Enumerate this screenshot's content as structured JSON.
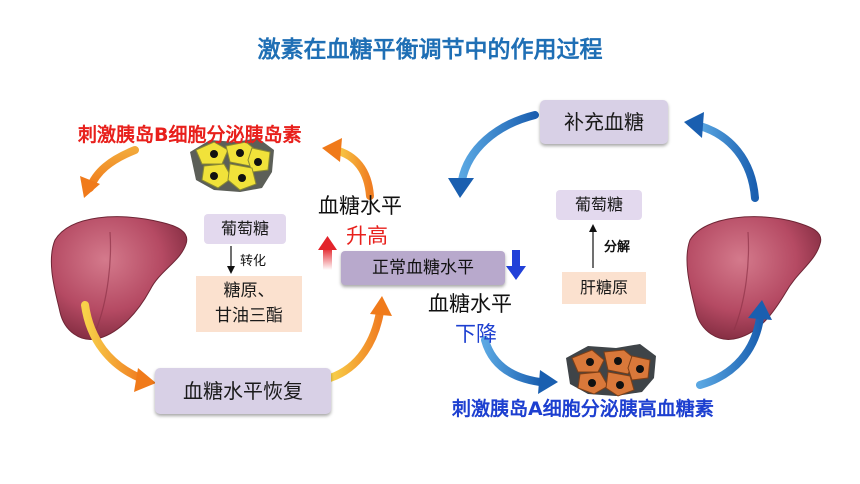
{
  "title": "激素在血糖平衡调节中的作用过程",
  "left": {
    "hormone": "刺激胰岛B细胞分泌胰岛素",
    "glucose": "葡萄糖",
    "convert": "转化",
    "products": "糖原、\n甘油三酯",
    "recover": "血糖水平恢复"
  },
  "center": {
    "normal": "正常血糖水平",
    "rise_line1": "血糖水平",
    "rise_line2": "升高",
    "fall_line1": "血糖水平",
    "fall_line2": "下降"
  },
  "right": {
    "supplement": "补充血糖",
    "glucose": "葡萄糖",
    "decompose": "分解",
    "glycogen": "肝糖原",
    "hormone": "刺激胰岛A细胞分泌胰高血糖素"
  },
  "colors": {
    "title": "#1f6fb5",
    "insulin_text": "#e8201c",
    "glucagon_text": "#1d3fd0"
  }
}
